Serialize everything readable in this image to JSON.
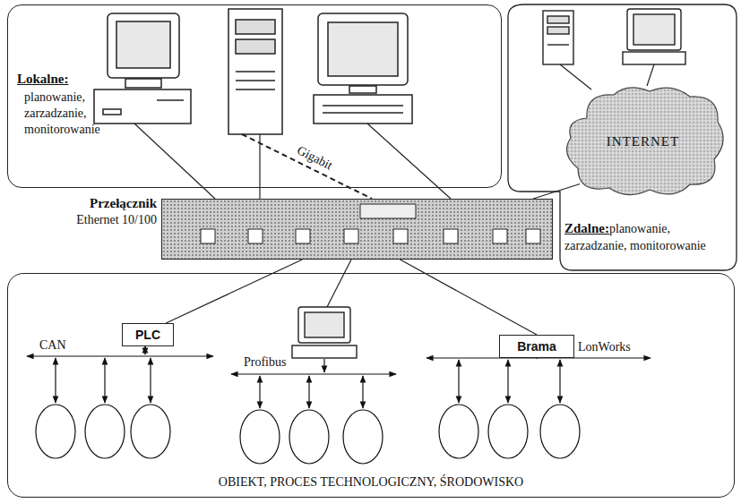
{
  "diagram": {
    "nodes": [
      {
        "text": [
          "Lokalne:",
          "planowanie, zarzadzanie, monitorowanie"
        ]
      },
      {
        "text": [
          "INTERNET"
        ]
      },
      {
        "text": [
          "Przełącznik",
          "Ethernet 10/100"
        ]
      },
      {
        "text": [
          "OBIEKT, PROCES TECHNOLOGICZNY, ŚRODOWISKO"
        ]
      },
      {
        "text": [
          "PLC"
        ],
        "in": 3
      },
      {
        "text": [
          "Brama"
        ],
        "in": 3
      }
    ],
    "edges": [
      {
        "from": 2,
        "to": 4,
        "arrow": "none"
      },
      {
        "from": 2,
        "to": 5,
        "arrow": "none"
      },
      {
        "from": 2,
        "to": 1,
        "arrow": "none"
      }
    ],
    "labels": [
      "Gigabit",
      "Zdalne:",
      "planowanie, zarzadzanie, monitorowanie",
      "CAN",
      "Profibus",
      "LonWorks"
    ]
  }
}
